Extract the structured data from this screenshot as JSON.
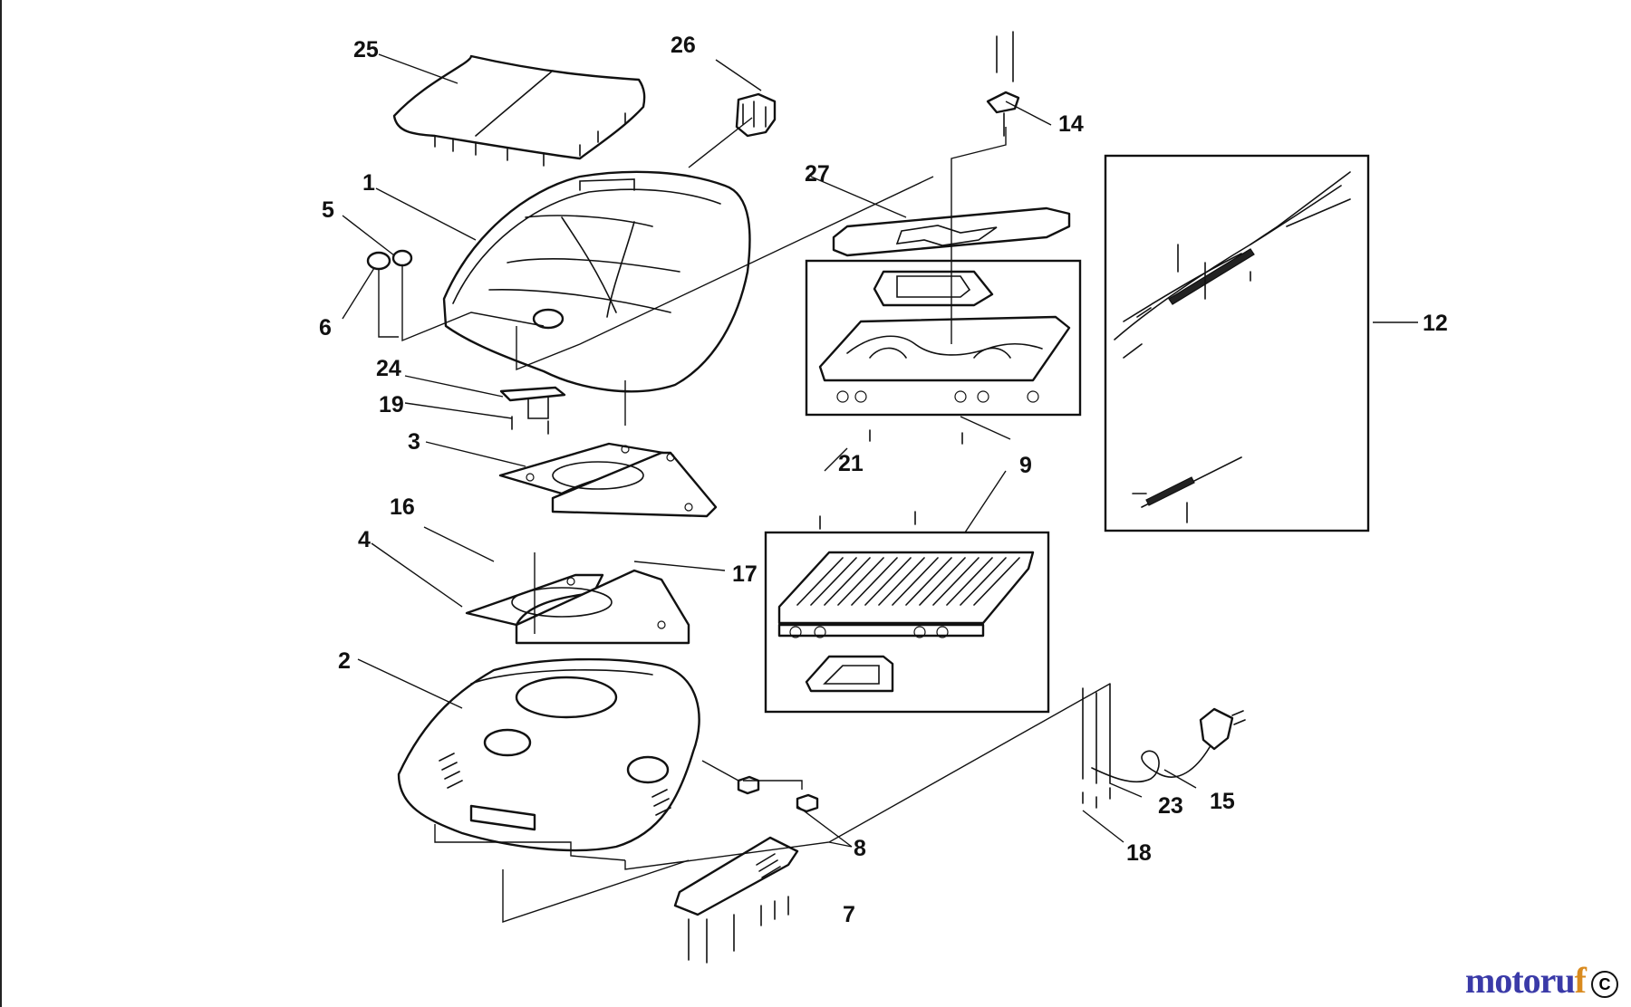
{
  "callouts": {
    "p1": "1",
    "p2": "2",
    "p3": "3",
    "p4": "4",
    "p5": "5",
    "p6": "6",
    "p7": "7",
    "p8": "8",
    "p9": "9",
    "p12": "12",
    "p14": "14",
    "p15": "15",
    "p16": "16",
    "p17": "17",
    "p18": "18",
    "p19": "19",
    "p21": "21",
    "p23": "23",
    "p24": "24",
    "p25": "25",
    "p26": "26",
    "p27": "27"
  },
  "watermark": {
    "brand_a": "motoru",
    "brand_b": "f",
    "mark": "C"
  }
}
